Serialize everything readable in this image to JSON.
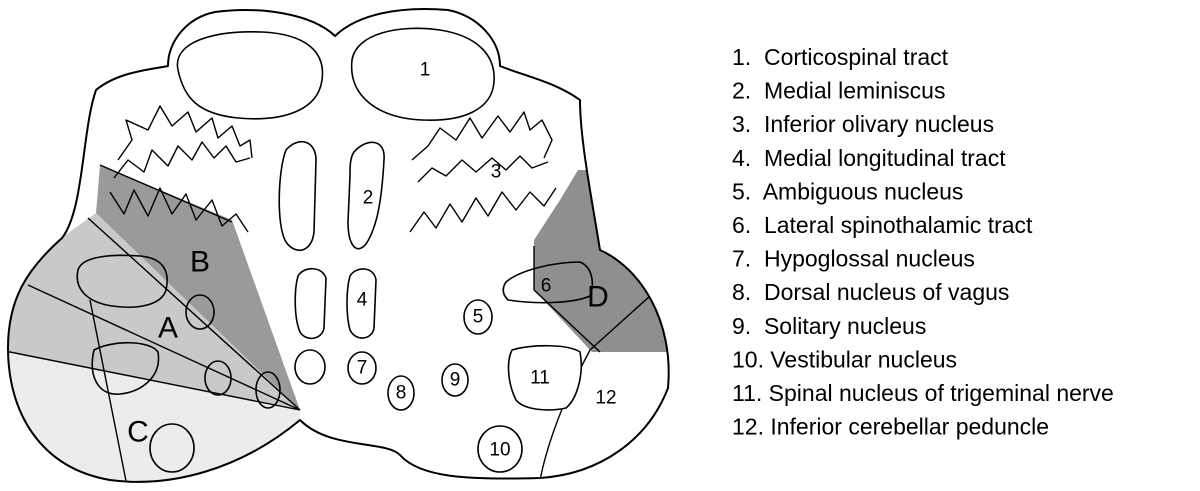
{
  "structure_numbers": {
    "n1": "1",
    "n2": "2",
    "n3": "3",
    "n4": "4",
    "n5": "5",
    "n6": "6",
    "n7": "7",
    "n8": "8",
    "n9": "9",
    "n10": "10",
    "n11": "11",
    "n12": "12"
  },
  "regions": {
    "a": "A",
    "b": "B",
    "c": "C",
    "d": "D"
  },
  "region_colors": {
    "a": "#c9c9c9",
    "b": "#9a9a9a",
    "c": "#ececec",
    "d": "#8f8f8f"
  },
  "legend": [
    "1.  Corticospinal tract",
    "2.  Medial leminiscus",
    "3.  Inferior olivary nucleus",
    "4.  Medial longitudinal tract",
    "5.  Ambiguous nucleus",
    "6.  Lateral spinothalamic tract",
    "7.  Hypoglossal nucleus",
    "8.  Dorsal nucleus of vagus",
    "9.  Solitary nucleus",
    "10. Vestibular nucleus",
    "11. Spinal nucleus of trigeminal nerve",
    "12. Inferior cerebellar peduncle"
  ]
}
